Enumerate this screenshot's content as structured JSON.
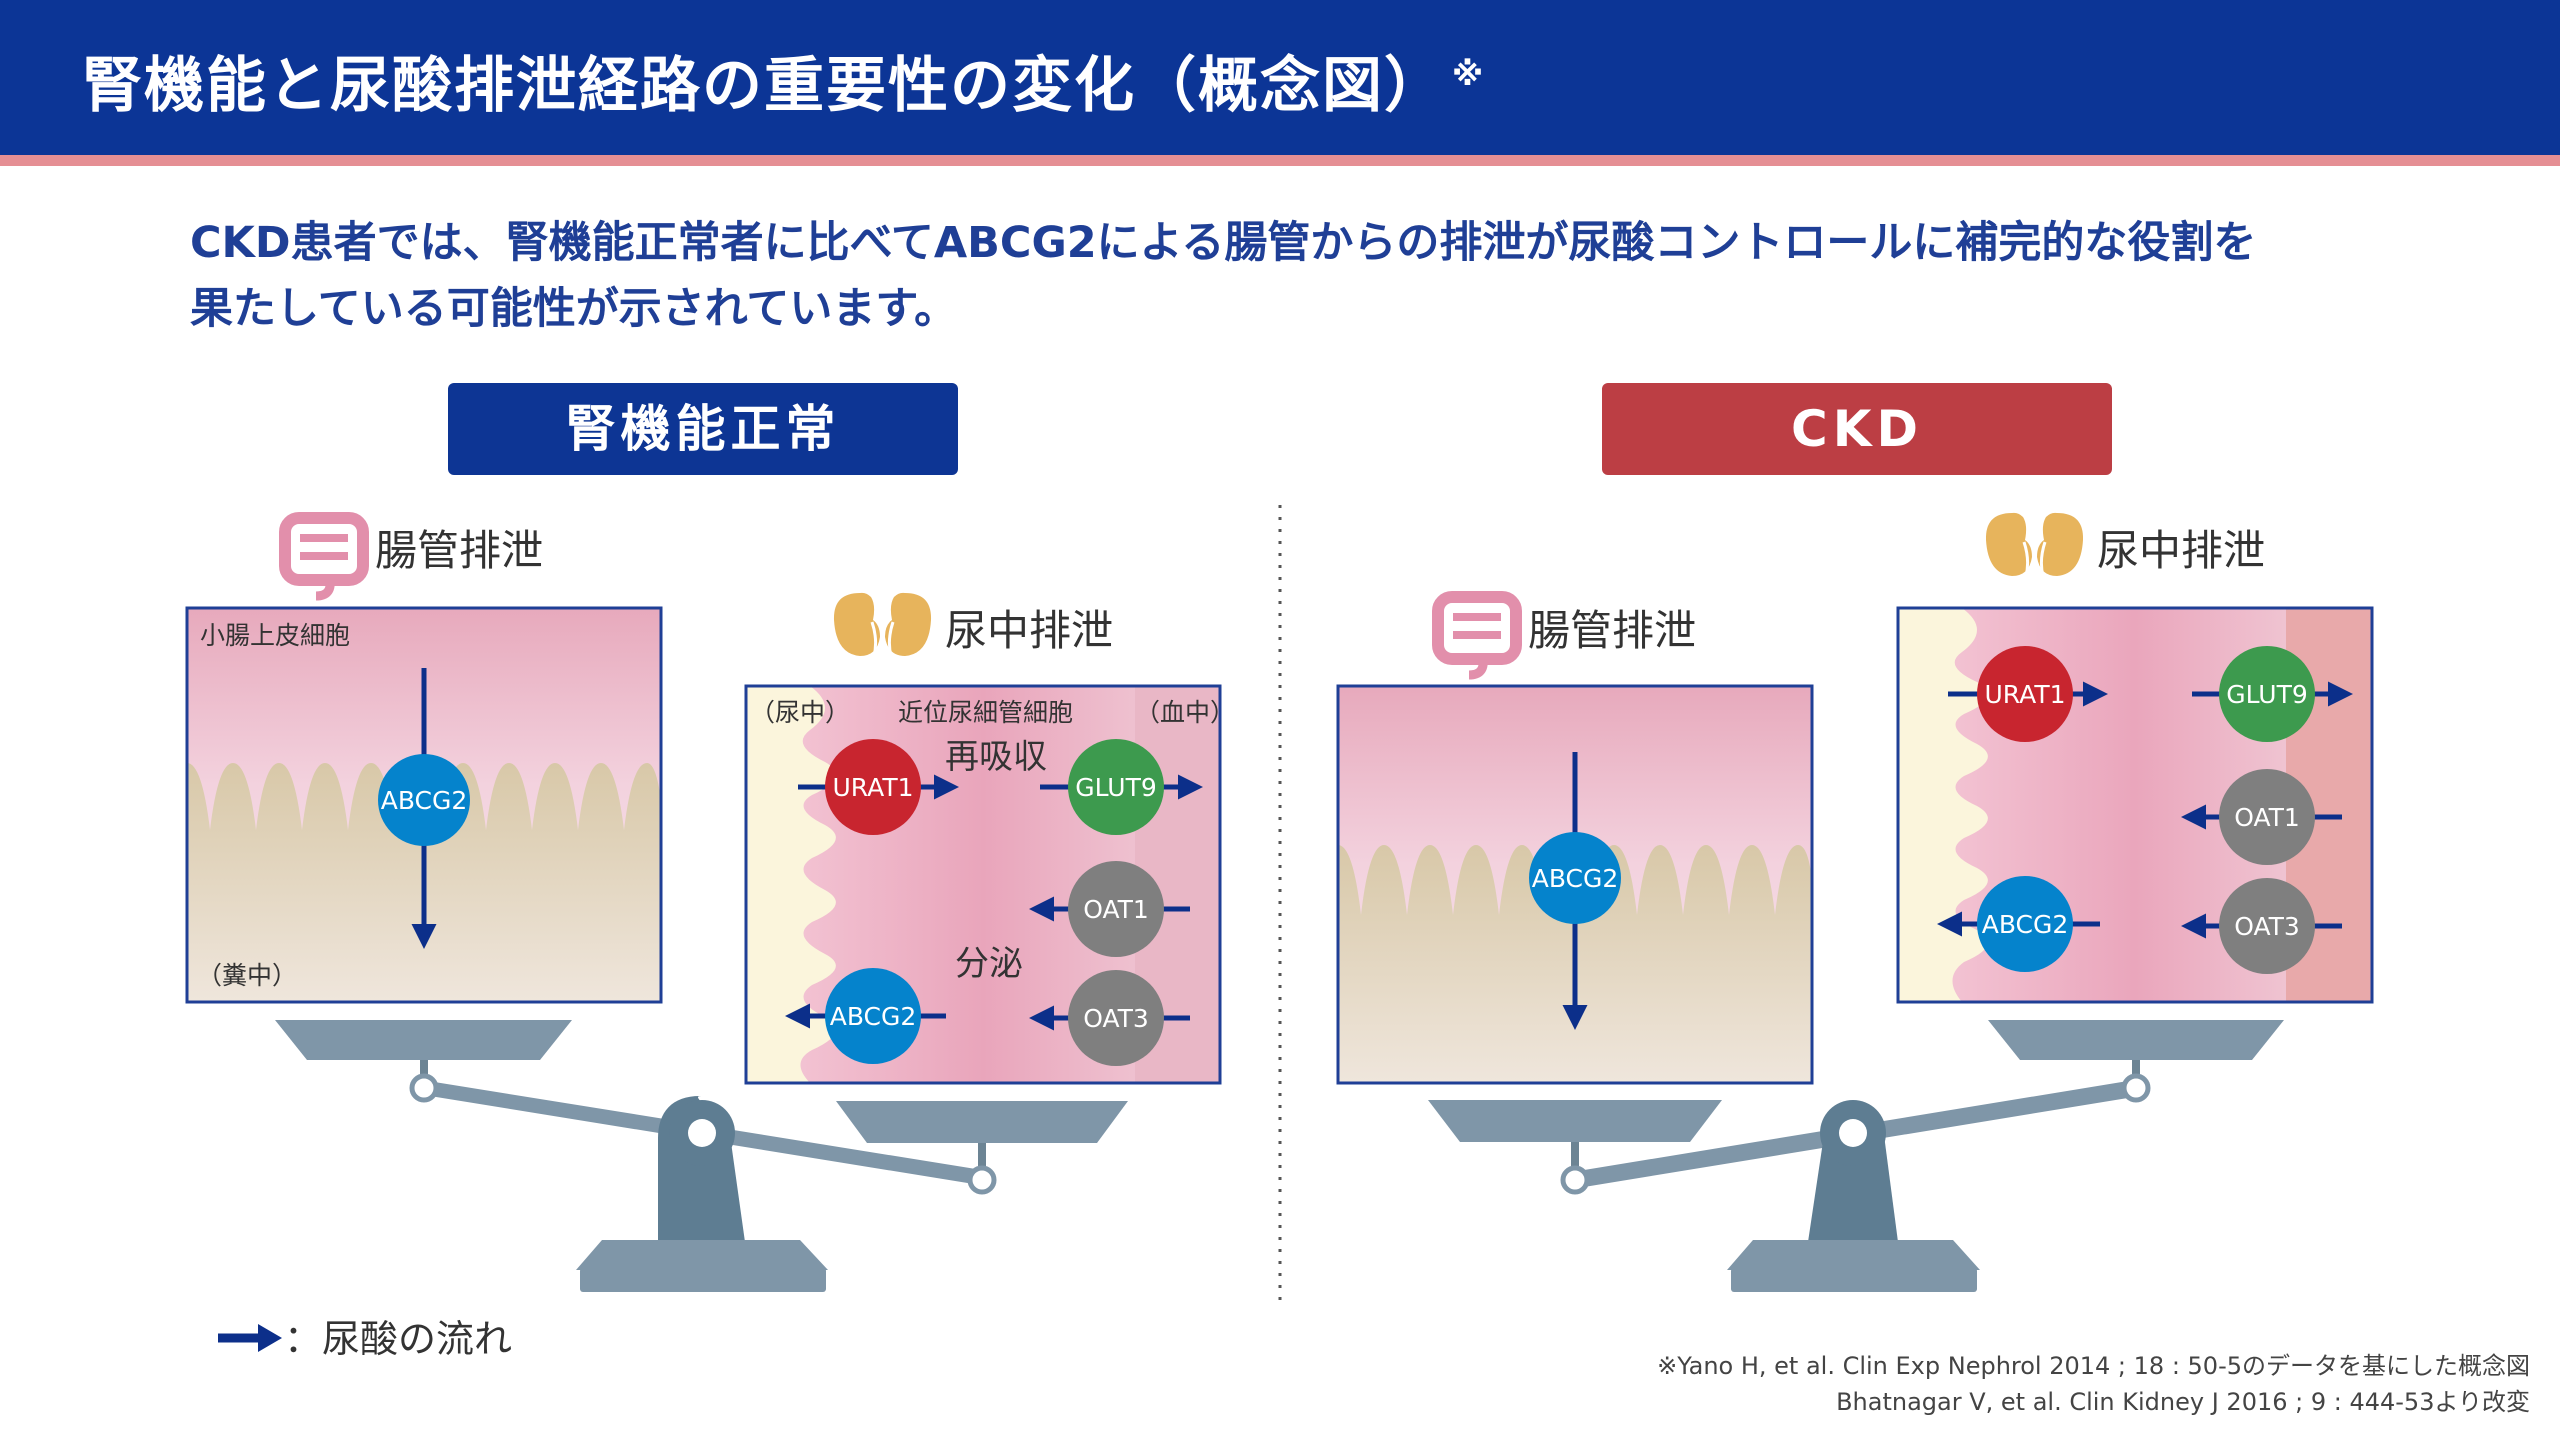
{
  "header": {
    "title": "腎機能と尿酸排泄経路の重要性の変化（概念図）",
    "title_mark": "※"
  },
  "lead": {
    "line1": "CKD患者では、腎機能正常者に比べてABCG2による腸管からの排泄が尿酸コントロールに補完的な役割を",
    "line2": "果たしている可能性が示されています。"
  },
  "panels": {
    "normal": {
      "badge": "腎機能正常",
      "intestine": {
        "heading": "腸管排泄",
        "cell_label": "小腸上皮細胞",
        "bottom_label": "（糞中）",
        "transporter": "ABCG2"
      },
      "kidney": {
        "heading": "尿中排泄",
        "label_urine": "（尿中）",
        "label_cell": "近位尿細管細胞",
        "label_blood": "（血中）",
        "label_reabsorption": "再吸収",
        "label_secretion": "分泌",
        "transporters": [
          "URAT1",
          "GLUT9",
          "OAT1",
          "ABCG2",
          "OAT3"
        ]
      }
    },
    "ckd": {
      "badge": "CKD",
      "intestine": {
        "heading": "腸管排泄",
        "transporter": "ABCG2"
      },
      "kidney": {
        "heading": "尿中排泄",
        "transporters": [
          "URAT1",
          "GLUT9",
          "OAT1",
          "ABCG2",
          "OAT3"
        ]
      }
    }
  },
  "legend": {
    "text": "：尿酸の流れ"
  },
  "footnote": {
    "line1": "※Yano H, et al. Clin Exp Nephrol 2014 ; 18 : 50-5のデータを基にした概念図",
    "line2": "Bhatnagar V, et al. Clin Kidney J 2016 ; 9 : 444-53より改変"
  },
  "colors": {
    "header": "#0c3596",
    "header_stripe": "#e58f94",
    "lead_text": "#1f3f96",
    "badge_normal": "#0d3594",
    "badge_ckd": "#bc3e44",
    "arrow": "#0c2f8a",
    "urat1": "#c8252f",
    "glut9": "#3d9a4e",
    "abcg2": "#0583cc",
    "oat": "#7f7f7f",
    "scale": "#7f96a8",
    "intestine_icon": "#e28fab",
    "kidney_icon": "#e7b45c"
  }
}
